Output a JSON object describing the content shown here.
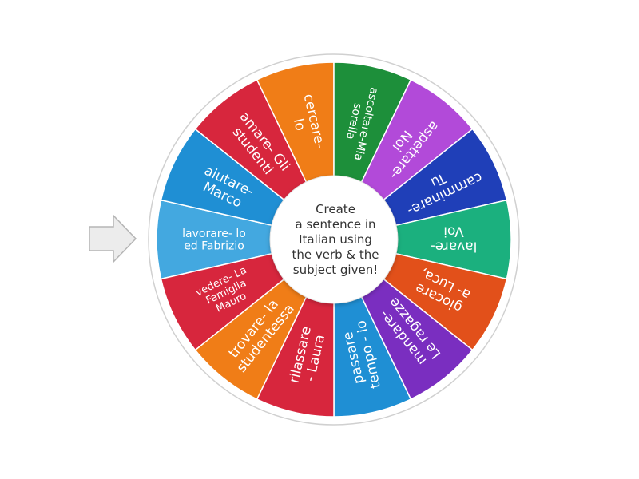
{
  "wheel": {
    "center_text": "Create\na sentence in\nItalian using\nthe verb & the\nsubject given!",
    "pointer_icon": "right-arrow-pointer-icon",
    "rim_color": "#ffffff",
    "rim_border_color": "#d0d0d0",
    "hub_color": "#ffffff",
    "segments": [
      {
        "lines": [
          "lavorare- lo",
          "ed Fabrizio"
        ],
        "color": "#43a8e0"
      },
      {
        "lines": [
          "aiutare-",
          "Marco"
        ],
        "color": "#1f8fd4"
      },
      {
        "lines": [
          "amare- Gli",
          "studenti"
        ],
        "color": "#d7263d"
      },
      {
        "lines": [
          "cercare-",
          "lo"
        ],
        "color": "#f07d17"
      },
      {
        "lines": [
          "ascoltare-Mia",
          "sorella"
        ],
        "color": "#1d8f3a"
      },
      {
        "lines": [
          "aspettare-",
          "Noi"
        ],
        "color": "#b24ad9"
      },
      {
        "lines": [
          "camminare-",
          "Tu"
        ],
        "color": "#1f3fb8"
      },
      {
        "lines": [
          "lavare-",
          "Voi"
        ],
        "color": "#1bb07e"
      },
      {
        "lines": [
          "giocare",
          "a- Luca,"
        ],
        "color": "#e2501a"
      },
      {
        "lines": [
          "mandare-",
          "Le ragazze"
        ],
        "color": "#7a2ec0"
      },
      {
        "lines": [
          "passare",
          "tempo - io"
        ],
        "color": "#1f8fd4"
      },
      {
        "lines": [
          "rilassare",
          "- Laura"
        ],
        "color": "#d7263d"
      },
      {
        "lines": [
          "trovare- la",
          "studentessa"
        ],
        "color": "#f07d17"
      },
      {
        "lines": [
          "vedere- La",
          "Famiglia",
          "Mauro"
        ],
        "color": "#d7263d"
      }
    ]
  }
}
